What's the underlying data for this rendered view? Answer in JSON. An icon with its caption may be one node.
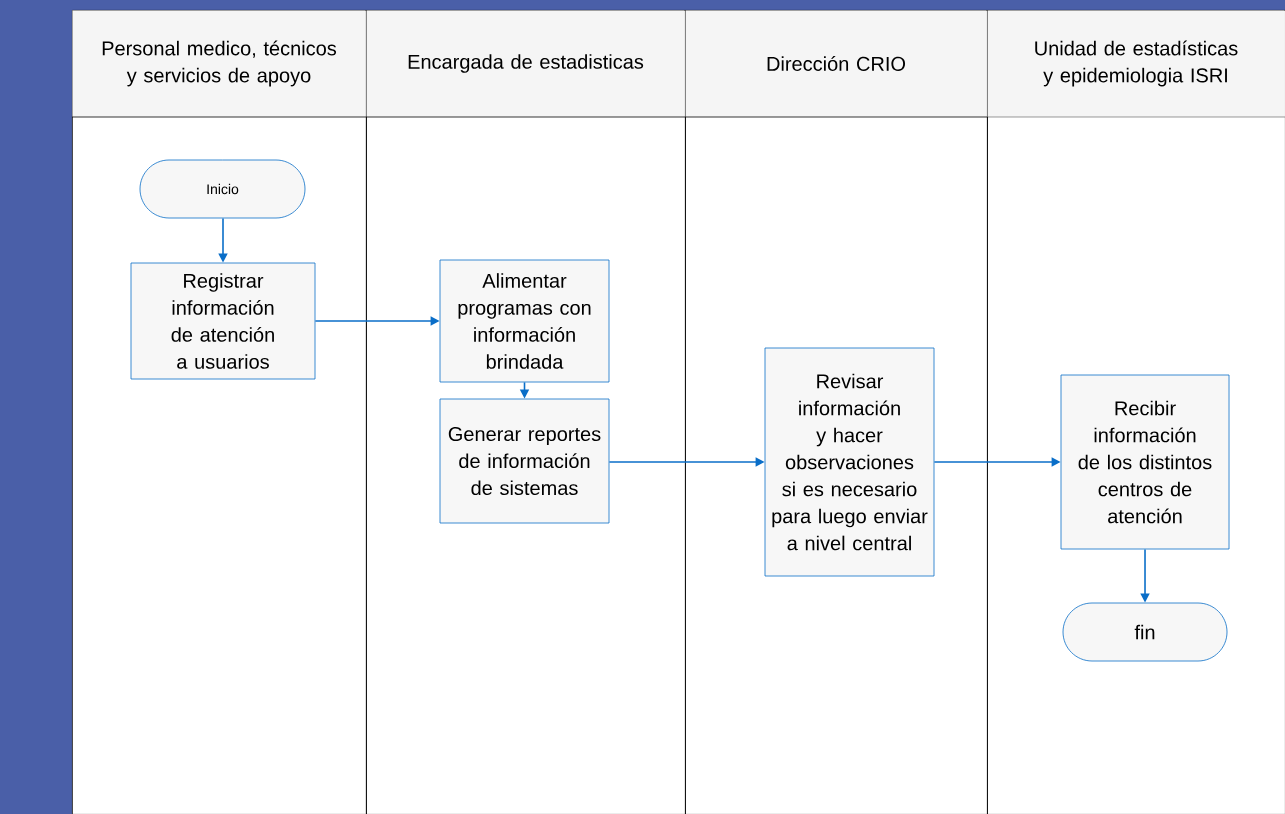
{
  "diagram": {
    "nodes": [
      {
        "text": [
          "Personal medico, técnicos y servicios de apoyo"
        ]
      },
      {
        "text": [
          "Inicio"
        ],
        "in": 0
      },
      {
        "text": [
          "Registrar información de atención a usuarios"
        ],
        "in": 0
      },
      {
        "text": [
          "Encargada de estadisticas"
        ]
      },
      {
        "text": [
          "Alimentar programas con información brindada"
        ],
        "in": 3
      },
      {
        "text": [
          "Generar reportes de información de sistemas"
        ],
        "in": 3
      },
      {
        "text": [
          "Dirección CRIO"
        ]
      },
      {
        "text": [
          "Revisar información y hacer observaciones si es necesario para luego enviar a nivel central"
        ],
        "in": 6
      },
      {
        "text": [
          "Unidad de estadísticas y epidemiologia ISRI"
        ]
      },
      {
        "text": [
          "Recibir información de los distintos centros de atención"
        ],
        "in": 8
      },
      {
        "text": [
          "fin"
        ],
        "in": 8
      }
    ],
    "edges": [
      {
        "from": 1,
        "to": 2,
        "arrow": "to"
      },
      {
        "from": 2,
        "to": 4,
        "arrow": "to"
      },
      {
        "from": 4,
        "to": 5,
        "arrow": "to"
      },
      {
        "from": 5,
        "to": 7,
        "arrow": "to"
      },
      {
        "from": 7,
        "to": 9,
        "arrow": "to"
      },
      {
        "from": 9,
        "to": 10,
        "arrow": "to"
      }
    ]
  }
}
